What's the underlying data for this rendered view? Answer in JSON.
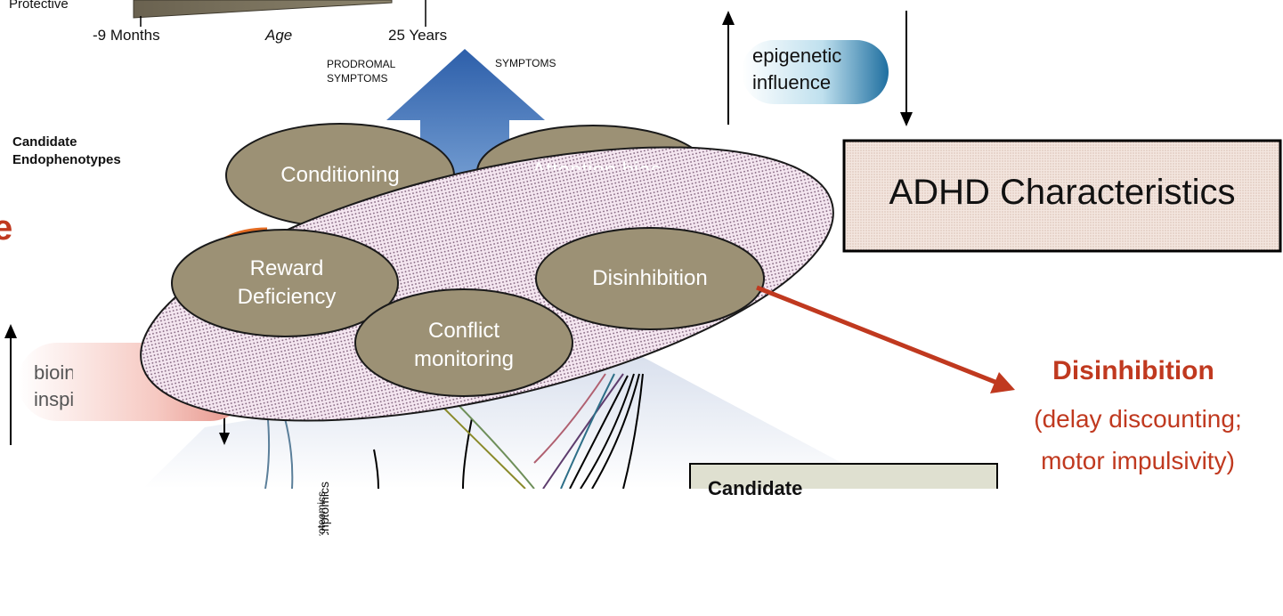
{
  "timeline": {
    "protective": "Protective",
    "start": "-9 Months",
    "middle": "Age",
    "end": "25 Years"
  },
  "arrow_labels": {
    "prodromal": "PRODROMAL\nSYMPTOMS",
    "symptoms": "SYMPTOMS"
  },
  "candidate_endophenotypes": "Candidate\nEndophenotypes",
  "ellipses": {
    "conditioning": "Conditioning",
    "attention": "Attention bias",
    "reward": "Reward\nDeficiency",
    "conflict": "Conflict\nmonitoring",
    "disinhibition": "Disinhibition"
  },
  "epigenetic": "epigenetic\ninfluence",
  "bioinformatics": "bioinformatics\ninspirations",
  "vertical_labels": {
    "transcriptomics": "Transcriptomics",
    "proteomics": "Proteomics"
  },
  "adhd_box": "ADHD Characteristics",
  "disinhibition_callout": {
    "title": "Disinhibition",
    "line1": "(delay discounting;",
    "line2": "motor impulsivity)"
  },
  "candidate_box_partial": "Candidate",
  "left_partial_letter": "e",
  "colors": {
    "ellipse_fill": "#9c9175",
    "accent_red": "#c0391f",
    "arrow_blue": "#2a5ca8",
    "box_fill": "#f1e6df"
  }
}
